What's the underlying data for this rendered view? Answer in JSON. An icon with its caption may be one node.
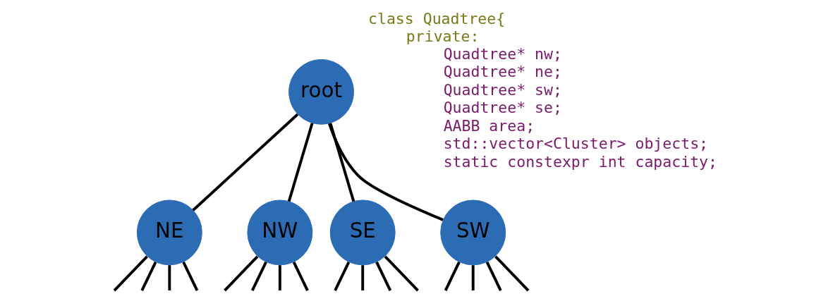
{
  "diagram": {
    "nodes": [
      {
        "text": [
          "root"
        ]
      },
      {
        "text": [
          "NE"
        ]
      },
      {
        "text": [
          "NW"
        ]
      },
      {
        "text": [
          "SE"
        ]
      },
      {
        "text": [
          "SW"
        ]
      }
    ],
    "edges": [
      {
        "from": 0,
        "to": 1,
        "arrow": "none"
      },
      {
        "from": 0,
        "to": 2,
        "arrow": "none"
      },
      {
        "from": 0,
        "to": 3,
        "arrow": "none"
      },
      {
        "from": 0,
        "to": 4,
        "arrow": "none"
      },
      {
        "from": 1,
        "to": null,
        "arrow": "none"
      },
      {
        "from": 1,
        "to": null,
        "arrow": "none"
      },
      {
        "from": 1,
        "to": null,
        "arrow": "none"
      },
      {
        "from": 1,
        "to": null,
        "arrow": "none"
      },
      {
        "from": 2,
        "to": null,
        "arrow": "none"
      },
      {
        "from": 2,
        "to": null,
        "arrow": "none"
      },
      {
        "from": 2,
        "to": null,
        "arrow": "none"
      },
      {
        "from": 2,
        "to": null,
        "arrow": "none"
      },
      {
        "from": 3,
        "to": null,
        "arrow": "none"
      },
      {
        "from": 3,
        "to": null,
        "arrow": "none"
      },
      {
        "from": 3,
        "to": null,
        "arrow": "none"
      },
      {
        "from": 3,
        "to": null,
        "arrow": "none"
      },
      {
        "from": 4,
        "to": null,
        "arrow": "none"
      },
      {
        "from": 4,
        "to": null,
        "arrow": "none"
      },
      {
        "from": 4,
        "to": null,
        "arrow": "none"
      },
      {
        "from": 4,
        "to": null,
        "arrow": "none"
      }
    ],
    "labels": [
      "class Quadtree{",
      "private:",
      "Quadtree* nw;",
      "Quadtree* ne;",
      "Quadtree* sw;",
      "Quadtree* se;",
      "AABB area;",
      "std::vector<Cluster> objects;",
      "static constexpr int capacity;"
    ]
  }
}
